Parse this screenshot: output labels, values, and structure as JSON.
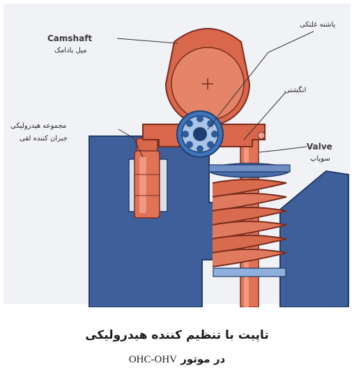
{
  "labels": {
    "camshaft_en": "Camshaft",
    "camshaft_fa": "میل بادامک",
    "roller_fa": "پاشنه غلتکی",
    "rocker_fa": "انگشتی",
    "hydraulic_fa_line1": "مجموعه هیدرولیکی",
    "hydraulic_fa_line2": "جبران کننده لقی",
    "valve_en": "Valve",
    "valve_fa": "سوپاپ"
  },
  "caption": {
    "line1": "تاپیت با تنظیم کننده هیدرولیکی",
    "line2_prefix": "در موتور",
    "line2_engine": "OHC-OHV"
  },
  "colors": {
    "head_blue": "#3f5f9a",
    "part_orange": "#d8674b",
    "cam_fill": "#e48468",
    "spring": "#d86a4e",
    "bearing_blue": "#3f73b8",
    "background_tint": "#eef0f5"
  }
}
